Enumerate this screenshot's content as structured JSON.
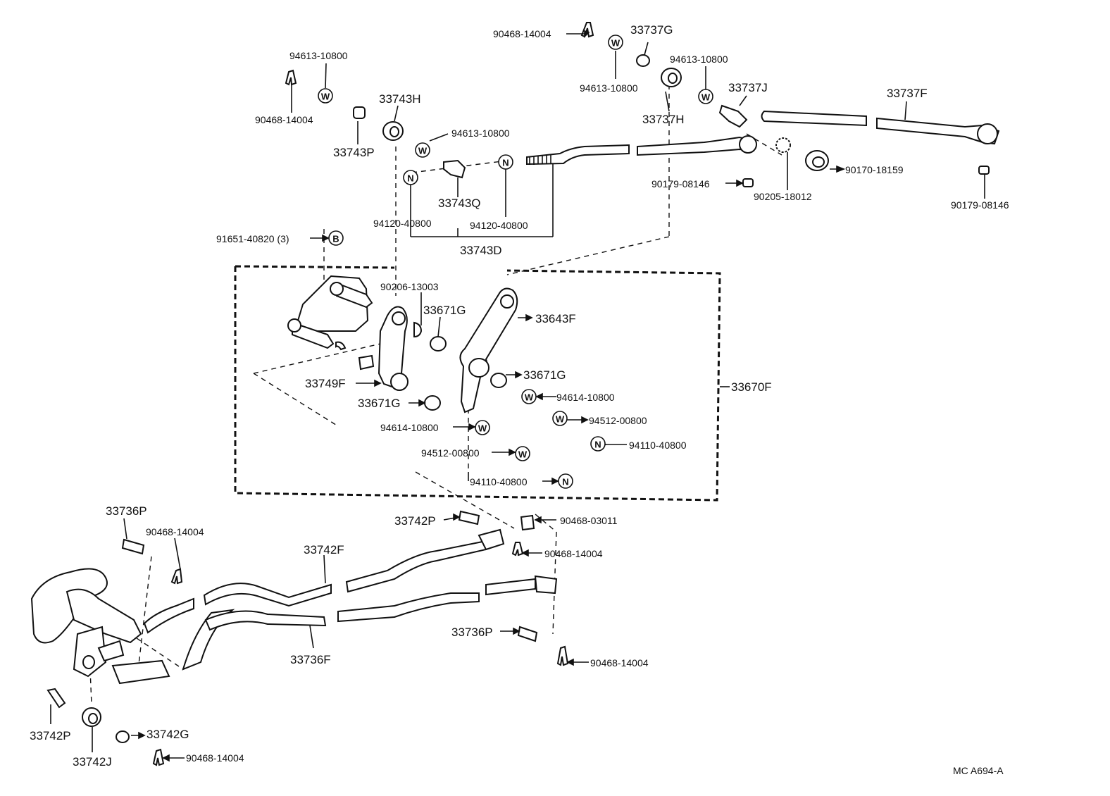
{
  "labels": {
    "p90468_14004_a": "90468-14004",
    "p33737G": "33737G",
    "p94613_10800_a": "94613-10800",
    "p94613_10800_b": "94613-10800",
    "p94613_10800_c": "94613-10800",
    "p94613_10800_d": "94613-10800",
    "p90468_14004_b": "90468-14004",
    "p33743H": "33743H",
    "p33743P": "33743P",
    "p33737J": "33737J",
    "p33737F": "33737F",
    "p33737H": "33737H",
    "p90170_18159": "90170-18159",
    "p90179_08146_a": "90179-08146",
    "p90205_18012": "90205-18012",
    "p90179_08146_b": "90179-08146",
    "p33743Q": "33743Q",
    "p94120_40800_a": "94120-40800",
    "p94120_40800_b": "94120-40800",
    "p33743D": "33743D",
    "p91651_40820": "91651-40820 (3)",
    "p90206_13003": "90206-13003",
    "p33671G_a": "33671G",
    "p33643F": "33643F",
    "p33671G_b": "33671G",
    "p33749F": "33749F",
    "p33670F": "33670F",
    "p33671G_c": "33671G",
    "p94614_10800_a": "94614-10800",
    "p94614_10800_b": "94614-10800",
    "p94512_00800_a": "94512-00800",
    "p94512_00800_b": "94512-00800",
    "p94110_40800_a": "94110-40800",
    "p94110_40800_b": "94110-40800",
    "p33736P_a": "33736P",
    "p90468_14004_c": "90468-14004",
    "p33742P_a": "33742P",
    "p90468_03011": "90468-03011",
    "p90468_14004_d": "90468-14004",
    "p33742F": "33742F",
    "p33736P_b": "33736P",
    "p33736F": "33736F",
    "p90468_14004_e": "90468-14004",
    "p33742P_b": "33742P",
    "p33742G": "33742G",
    "p33742J": "33742J",
    "p90468_14004_f": "90468-14004",
    "ref_code": "MC  A694-A"
  },
  "symbols": {
    "washer": "W",
    "nut": "N",
    "bolt": "B"
  }
}
